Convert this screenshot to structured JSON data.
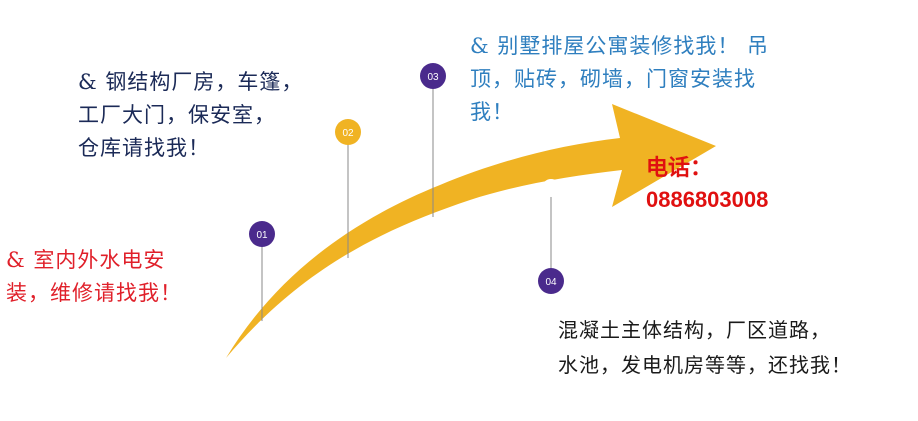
{
  "blocks": {
    "red": {
      "lines": [
        "& 室内外水电安",
        "装，维修请找我！"
      ],
      "color": "#e0202a"
    },
    "navy": {
      "lines": [
        "& 钢结构厂房，车篷，",
        "工厂大门，保安室，",
        "仓库请找我！"
      ],
      "color": "#1b2a57"
    },
    "blue": {
      "lines": [
        "& 别墅排屋公寓装修找我！ 吊",
        "顶，贴砖，砌墙，门窗安装找",
        "我！"
      ],
      "color": "#2f7fbf"
    },
    "black": {
      "lines": [
        "混凝土主体结构，厂区道路，",
        "水池，发电机房等等，还找我！"
      ],
      "color": "#1a1a1a"
    }
  },
  "phone": {
    "label": "电话：",
    "number": "0886803008",
    "color": "#e01010"
  },
  "markers": [
    {
      "label": "01",
      "color": "#4a2a8c"
    },
    {
      "label": "02",
      "color": "#f0b323"
    },
    {
      "label": "03",
      "color": "#4a2a8c"
    },
    {
      "label": "04",
      "color": "#4a2a8c"
    }
  ],
  "arrow_color": "#f0b323"
}
